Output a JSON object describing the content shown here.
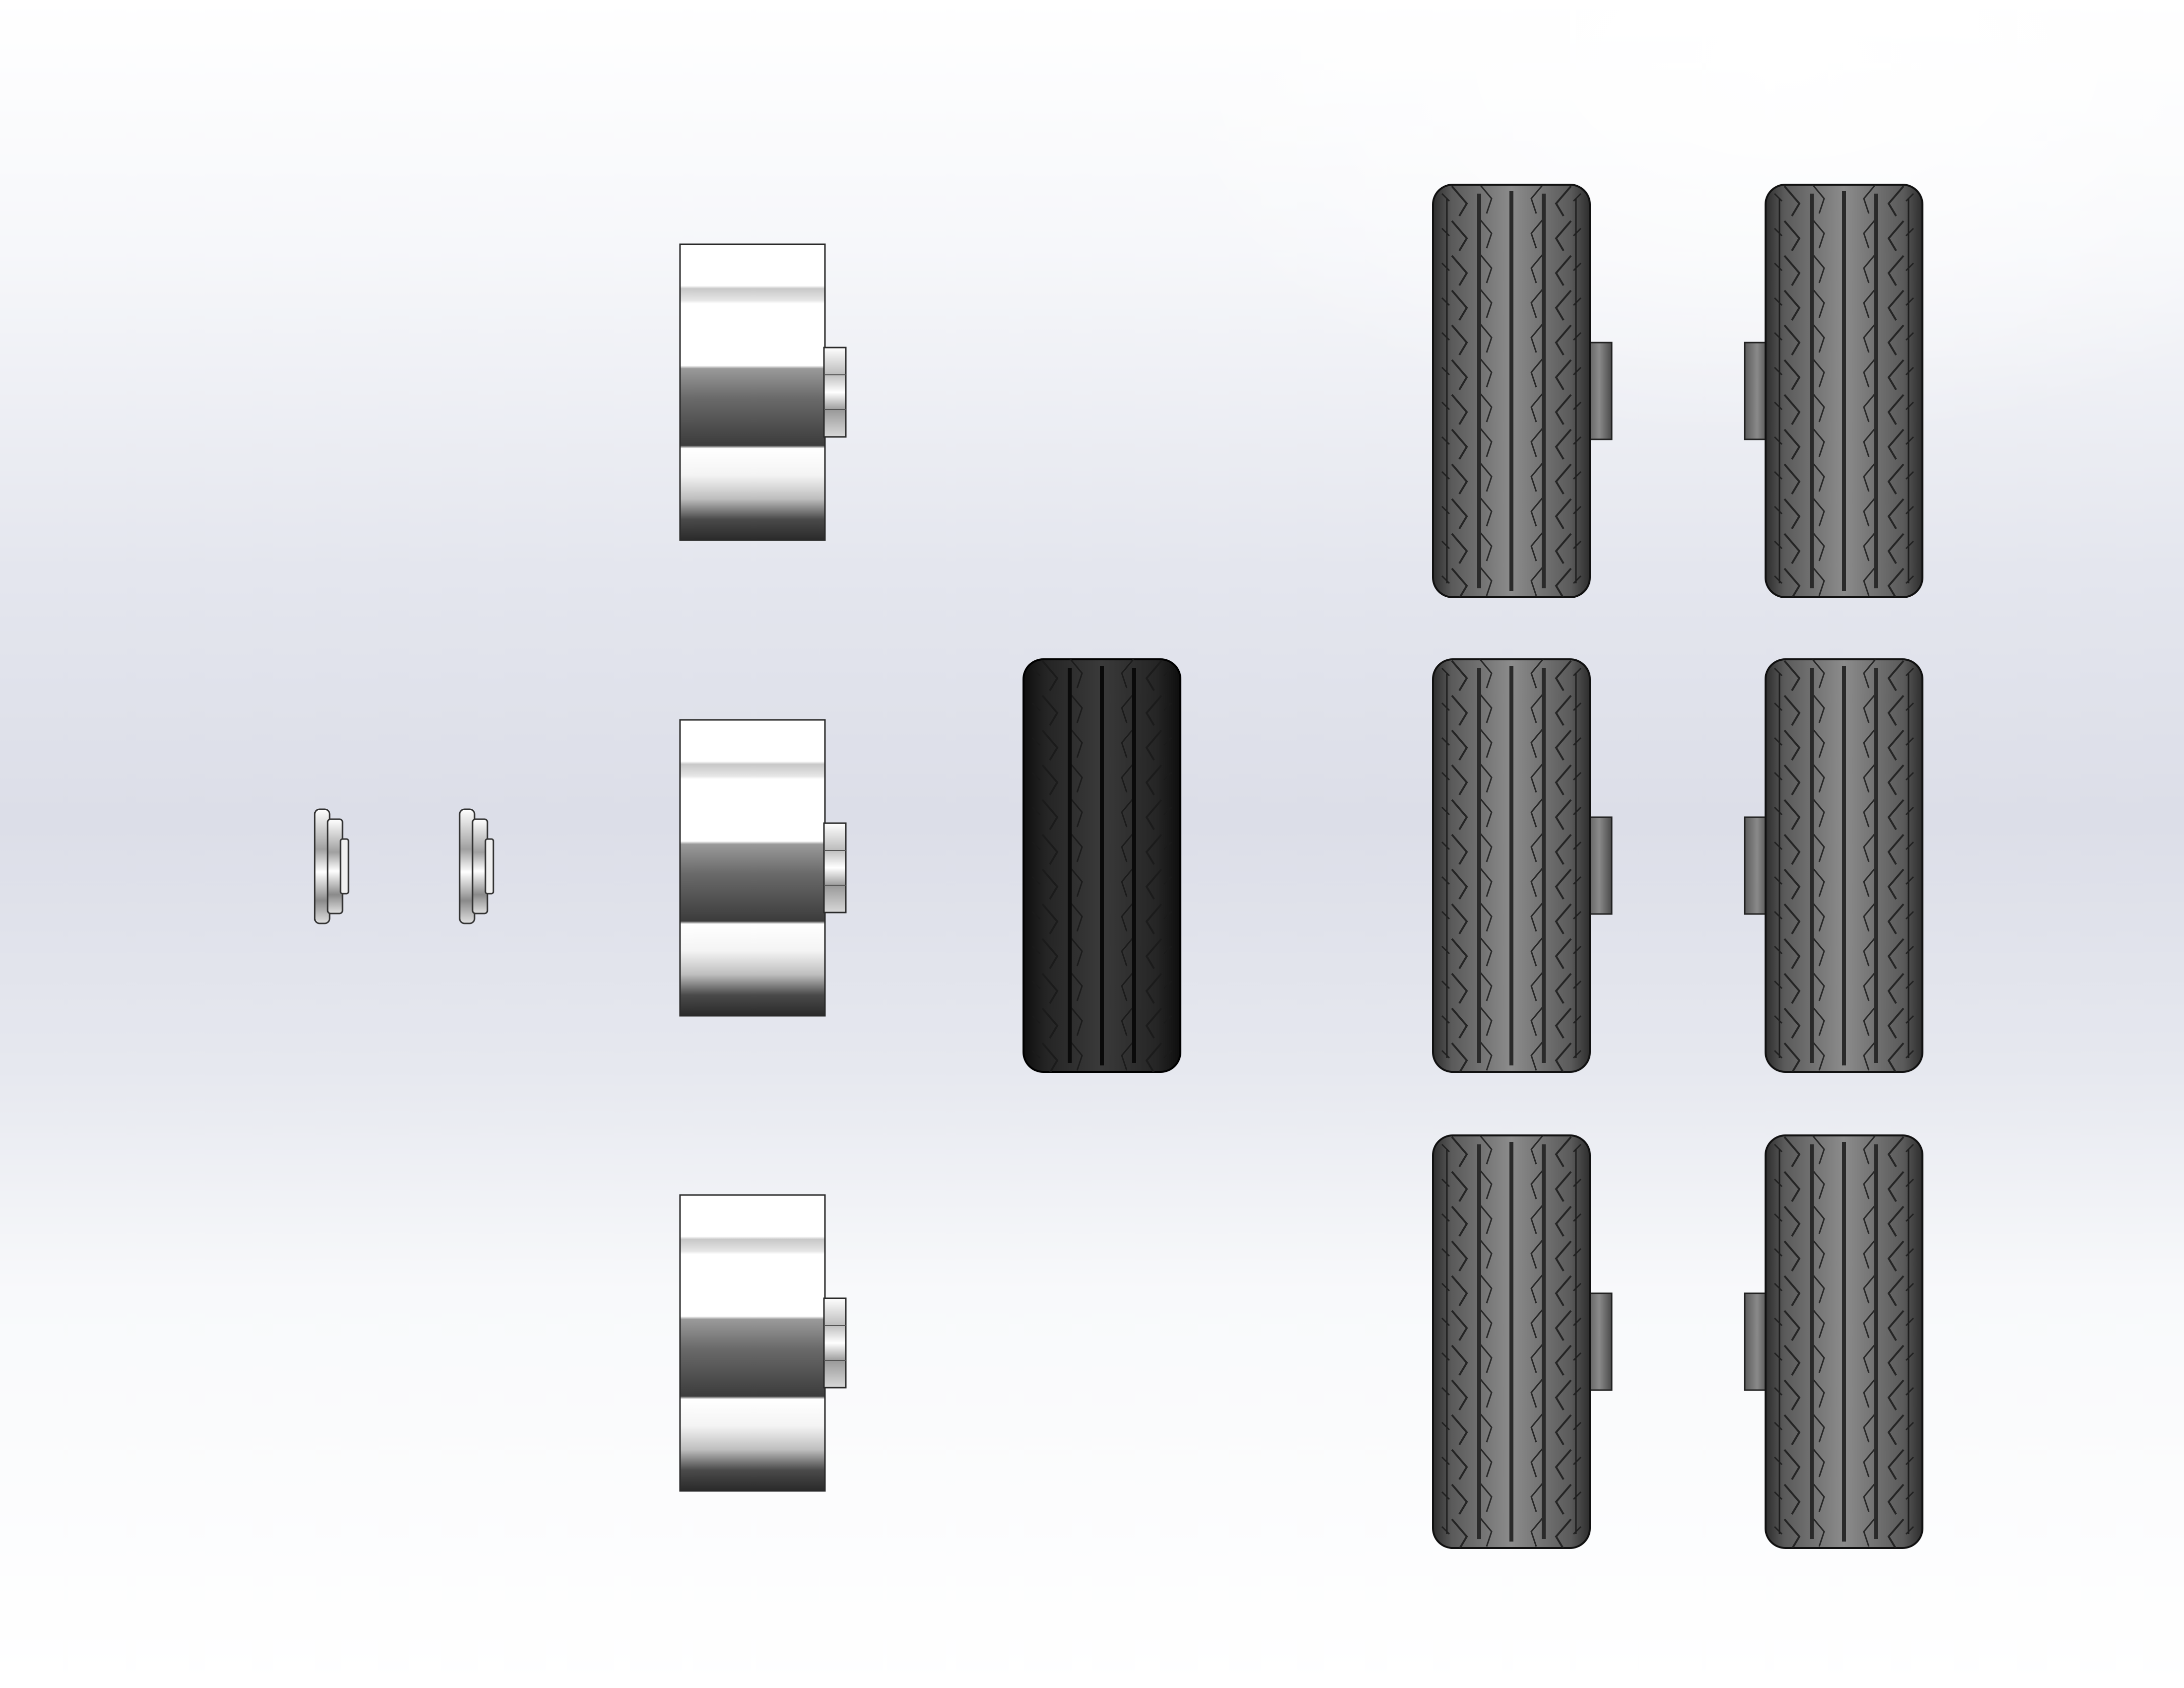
{
  "scene": {
    "background": {
      "top": "#ffffff",
      "middle": "#dcdee8",
      "bottom": "#ffffff"
    },
    "materials": {
      "metal_light": "#ffffff",
      "metal_dark": "#3a3a3a",
      "rubber_grey": "#6e6e6e",
      "rubber_dark": "#1e1e1e",
      "edge": "#222222"
    },
    "parts": [
      {
        "name": "small-spacer-ring",
        "count": 2
      },
      {
        "name": "wheel-rim",
        "count": 3
      },
      {
        "name": "tire-dark",
        "count": 1
      },
      {
        "name": "tire-wheel-assembly-right-hub",
        "count": 3
      },
      {
        "name": "tire-wheel-assembly-left-hub",
        "count": 3
      }
    ]
  }
}
